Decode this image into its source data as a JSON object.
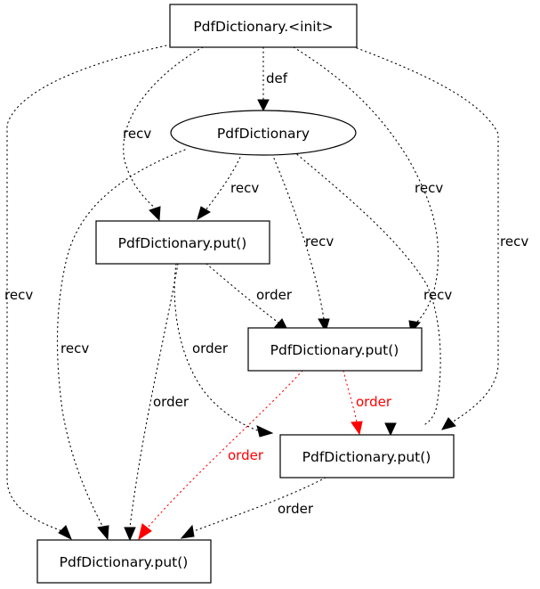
{
  "nodes": {
    "init": {
      "label": "PdfDictionary.<init>",
      "shape": "box"
    },
    "var": {
      "label": "PdfDictionary",
      "shape": "ellipse"
    },
    "put1": {
      "label": "PdfDictionary.put()",
      "shape": "box"
    },
    "put2": {
      "label": "PdfDictionary.put()",
      "shape": "box"
    },
    "put3": {
      "label": "PdfDictionary.put()",
      "shape": "box"
    },
    "put4": {
      "label": "PdfDictionary.put()",
      "shape": "box"
    }
  },
  "edges": [
    {
      "id": "init-var",
      "from": "init",
      "to": "var",
      "label": "def",
      "color": "#000000"
    },
    {
      "id": "init-put1",
      "from": "init",
      "to": "put1",
      "label": "recv",
      "color": "#000000"
    },
    {
      "id": "init-put4",
      "from": "init",
      "to": "put4",
      "label": "recv",
      "color": "#000000"
    },
    {
      "id": "init-put2",
      "from": "init",
      "to": "put2",
      "label": "recv",
      "color": "#000000"
    },
    {
      "id": "init-put3",
      "from": "init",
      "to": "put3",
      "label": "recv",
      "color": "#000000"
    },
    {
      "id": "var-put1",
      "from": "var",
      "to": "put1",
      "label": "recv",
      "color": "#000000"
    },
    {
      "id": "var-put4",
      "from": "var",
      "to": "put4",
      "label": "recv",
      "color": "#000000"
    },
    {
      "id": "var-put2",
      "from": "var",
      "to": "put2",
      "label": "recv",
      "color": "#000000"
    },
    {
      "id": "var-put3",
      "from": "var",
      "to": "put3",
      "label": "recv",
      "color": "#000000"
    },
    {
      "id": "put1-put2",
      "from": "put1",
      "to": "put2",
      "label": "order",
      "color": "#000000"
    },
    {
      "id": "put1-put3",
      "from": "put1",
      "to": "put3",
      "label": "order",
      "color": "#000000"
    },
    {
      "id": "put1-put4",
      "from": "put1",
      "to": "put4",
      "label": "order",
      "color": "#000000"
    },
    {
      "id": "put2-put3",
      "from": "put2",
      "to": "put3",
      "label": "order",
      "color": "#ff0000"
    },
    {
      "id": "put2-put4",
      "from": "put2",
      "to": "put4",
      "label": "order",
      "color": "#ff0000"
    },
    {
      "id": "put3-put4",
      "from": "put3",
      "to": "put4",
      "label": "order",
      "color": "#000000"
    }
  ]
}
